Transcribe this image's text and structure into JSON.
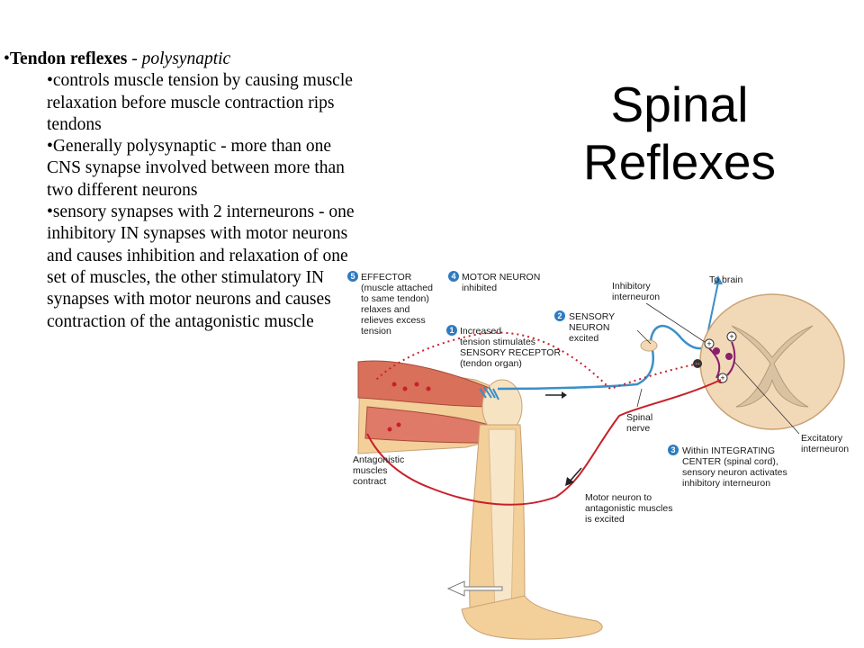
{
  "title_line1": "Spinal",
  "title_line2": "Reflexes",
  "text": {
    "main_bold": "Tendon reflexes",
    "main_sep": " - ",
    "main_italic": "polysynaptic",
    "bullets": [
      "controls muscle tension by causing muscle relaxation before muscle contraction rips tendons",
      "Generally polysynaptic - more than one CNS synapse involved between more than two different neurons",
      "sensory synapses with 2 interneurons - one inhibitory IN synapses with motor neurons and causes inhibition and relaxation of one set of muscles, the other stimulatory IN synapses with motor neurons and causes contraction of the antagonistic muscle"
    ]
  },
  "diagram": {
    "step5": {
      "num": "5",
      "lines": [
        "EFFECTOR",
        "(muscle attached",
        "to same tendon)",
        "relaxes and",
        "relieves excess",
        "tension"
      ]
    },
    "step4": {
      "num": "4",
      "lines": [
        "MOTOR NEURON",
        "inhibited"
      ]
    },
    "step1": {
      "num": "1",
      "lines": [
        "Increased",
        "tension stimulates",
        "SENSORY RECEPTOR",
        "(tendon organ)"
      ]
    },
    "step2": {
      "num": "2",
      "lines": [
        "SENSORY",
        "NEURON",
        "excited"
      ]
    },
    "step3": {
      "num": "3",
      "lines": [
        "Within INTEGRATING",
        "CENTER (spinal cord),",
        "sensory neuron activates",
        "inhibitory interneuron"
      ]
    },
    "inhibitory_interneuron": [
      "Inhibitory",
      "interneuron"
    ],
    "to_brain": "To brain",
    "excitatory_interneuron": [
      "Excitatory",
      "interneuron"
    ],
    "spinal_nerve": [
      "Spinal",
      "nerve"
    ],
    "antagonistic": [
      "Antagonistic",
      "muscles",
      "contract"
    ],
    "motor_neuron_antag": [
      "Motor neuron to",
      "antagonistic muscles",
      "is excited"
    ],
    "colors": {
      "sensory": "#3a8fc8",
      "motor": "#c8202a",
      "muscle": "#d9705a",
      "skin": "#f3cf9a",
      "cord": "#f1d9b8"
    }
  }
}
